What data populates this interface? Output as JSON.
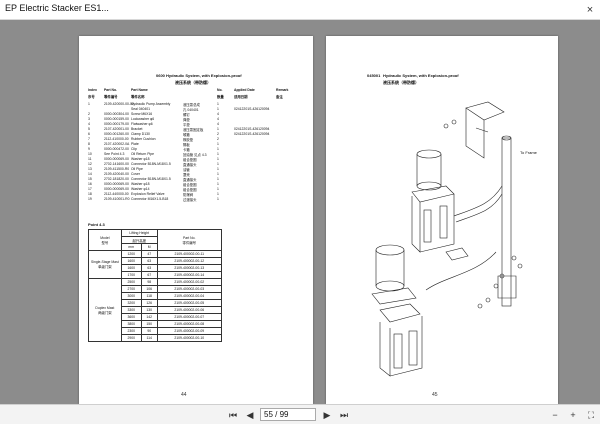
{
  "window": {
    "title": "EP Electric Stacker ES1...",
    "close_glyph": "×"
  },
  "left_page": {
    "title": "0600 Hydraulic System, with Explosion-proof",
    "subtitle": "液压系统（带防爆）",
    "headers": {
      "index": "Index",
      "part_no": "Part No.",
      "part_name": "Part Name",
      "no": "No.",
      "applied_date": "Applied Date",
      "remark": "Remark"
    },
    "headers_cn": {
      "index": "序号",
      "part_no": "零件编号",
      "part_name": "零件名称",
      "no": "数量",
      "applied_date": "适用日期",
      "remark": "备注"
    },
    "rows": [
      {
        "i": "1",
        "pn": "2109-420000-00-02",
        "name": "Hydraulic Pump Assembly",
        "cn": "液压泵总成",
        "q": "1",
        "d": ""
      },
      {
        "i": "",
        "pn": "",
        "name": "Seal 040401",
        "cn": "孔 040401",
        "q": "1",
        "d": "02412201S-426120094"
      },
      {
        "i": "2",
        "pn": "0000-000304-00",
        "name": "Screw M6X16",
        "cn": "螺钉",
        "q": "4",
        "d": ""
      },
      {
        "i": "3",
        "pn": "0000-000159-00",
        "name": "Lockwasher φ6",
        "cn": "弹垫",
        "q": "4",
        "d": ""
      },
      {
        "i": "4",
        "pn": "0000-000179-00",
        "name": "Flatwasher φ6",
        "cn": "平垫",
        "q": "4",
        "d": ""
      },
      {
        "i": "5",
        "pn": "2107-420001-00",
        "name": "Bracket",
        "cn": "液压泵固定板",
        "q": "1",
        "d": "02412201S-426120094"
      },
      {
        "i": "6",
        "pn": "0000-001260-00",
        "name": "Clamp D130",
        "cn": "喉箍",
        "q": "2",
        "d": "02412201S-426120094"
      },
      {
        "i": "7",
        "pn": "2112-410000-00",
        "name": "Rubber Cushion",
        "cn": "橡胶垫",
        "q": "2",
        "d": ""
      },
      {
        "i": "8",
        "pn": "2107-420002-0A",
        "name": "Plate",
        "cn": "隔板",
        "q": "1",
        "d": ""
      },
      {
        "i": "9",
        "pn": "0000-000472-00",
        "name": "Clip",
        "cn": "卡箍",
        "q": "1",
        "d": ""
      },
      {
        "i": "10",
        "pn": "See Point 4.3",
        "name": "Oil Return Pipe",
        "cn": "回油管 见点 4.3",
        "q": "1",
        "d": ""
      },
      {
        "i": "11",
        "pn": "0000-000069-00",
        "name": "Washer φ18",
        "cn": "组合垫圈",
        "q": "1",
        "d": ""
      },
      {
        "i": "12",
        "pn": "2702-141600-00",
        "name": "Connector B18N-M18X1.5",
        "cn": "直通接头",
        "q": "1",
        "d": ""
      },
      {
        "i": "13",
        "pn": "2109-411500-R0",
        "name": "Oil Pipe",
        "cn": "油管",
        "q": "1",
        "d": ""
      },
      {
        "i": "14",
        "pn": "2109-420040-00",
        "name": "Cover",
        "cn": "罩壳",
        "q": "1",
        "d": ""
      },
      {
        "i": "15",
        "pn": "2702-181820-00",
        "name": "Connector B18N-M18X1.5",
        "cn": "直通接头",
        "q": "1",
        "d": ""
      },
      {
        "i": "16",
        "pn": "0000-000069-00",
        "name": "Washer φ18",
        "cn": "组合垫圈",
        "q": "1",
        "d": ""
      },
      {
        "i": "17",
        "pn": "0000-000069-00",
        "name": "Washer φ14",
        "cn": "组合垫圈",
        "q": "1",
        "d": ""
      },
      {
        "i": "18",
        "pn": "2112-440000-00",
        "name": "Explosion Relief Valve",
        "cn": "防爆阀",
        "q": "1",
        "d": ""
      },
      {
        "i": "19",
        "pn": "2109-410001-R0",
        "name": "Connector M16X1.5-B18",
        "cn": "过渡接头",
        "q": "1",
        "d": ""
      }
    ],
    "point_title": "Point 4.3",
    "table_headers": {
      "model": "Model",
      "model_cn": "型号",
      "lifting_height": "Lifting Height",
      "lifting_height_cn": "起升高度",
      "mm": "mm",
      "m": "M",
      "part_no": "Part No.",
      "part_no_cn": "零件编号"
    },
    "single_stage": "Single-Stage Mast",
    "single_stage_cn": "单级门架",
    "duplex": "Duplex Mast",
    "duplex_cn": "两级门架",
    "single_rows": [
      {
        "h": "1200",
        "n": "47",
        "p": "2109-400002-00-11"
      },
      {
        "h": "1600",
        "n": "63",
        "p": "2109-400002-00-12"
      },
      {
        "h": "1600",
        "n": "63",
        "p": "2109-400002-00-13"
      },
      {
        "h": "1700",
        "n": "67",
        "p": "2109-400002-00-14"
      }
    ],
    "duplex_rows": [
      {
        "h": "2500",
        "n": "98",
        "p": "2109-400002-00-02"
      },
      {
        "h": "2700",
        "n": "106",
        "p": "2109-400002-00-03"
      },
      {
        "h": "3000",
        "n": "118",
        "p": "2109-400002-00-04"
      },
      {
        "h": "3200",
        "n": "126",
        "p": "2109-400002-00-05"
      },
      {
        "h": "3300",
        "n": "130",
        "p": "2109-400002-00-06"
      },
      {
        "h": "3600",
        "n": "142",
        "p": "2109-400002-00-07"
      },
      {
        "h": "3800",
        "n": "150",
        "p": "2109-400002-00-08"
      },
      {
        "h": "2300",
        "n": "90",
        "p": "2109-400002-00-09"
      },
      {
        "h": "2900",
        "n": "114",
        "p": "2109-400002-00-10"
      }
    ],
    "page_number": "44"
  },
  "right_page": {
    "title": "045001",
    "title2": "Hydraulic System, with Explosion-proof",
    "subtitle": "液压系统（带防爆）",
    "callout_frame": "To Frame",
    "page_number": "45"
  },
  "toolbar": {
    "page_field": "55 / 99"
  }
}
